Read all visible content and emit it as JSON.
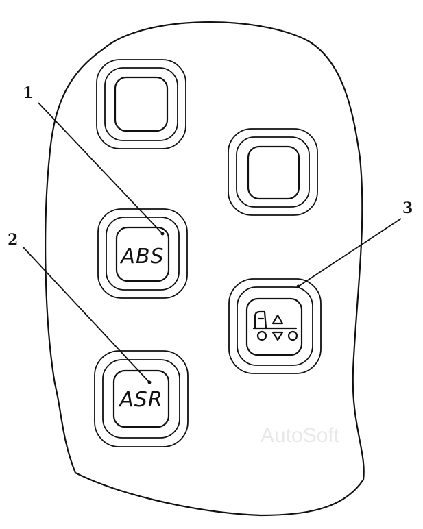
{
  "buttons": {
    "abs": {
      "label": "ABS"
    },
    "asr": {
      "label": "ASR"
    }
  },
  "callouts": [
    {
      "number": "1"
    },
    {
      "number": "2"
    },
    {
      "number": "3"
    }
  ],
  "watermark": {
    "text": "AutoSoft"
  },
  "icons": {
    "blank_buttons": "blank-square-icon",
    "suspension_button": "truck-level-up-down-icon"
  }
}
